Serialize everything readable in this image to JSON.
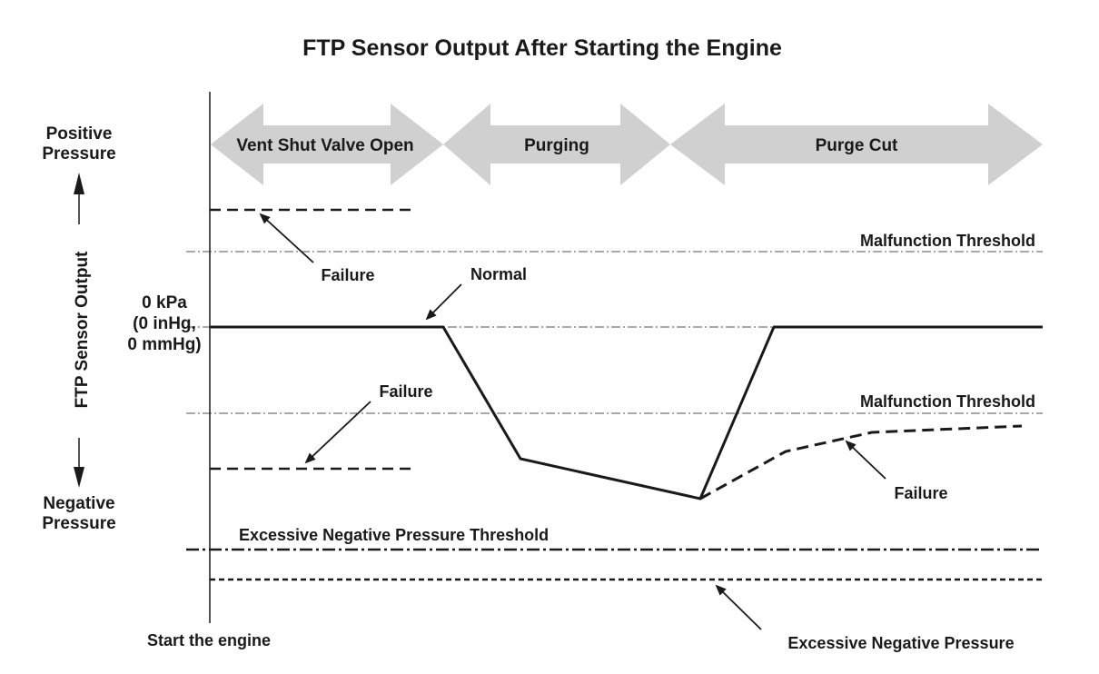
{
  "title": "FTP Sensor Output After Starting the Engine",
  "phases": [
    {
      "label": "Vent Shut Valve Open"
    },
    {
      "label": "Purging"
    },
    {
      "label": "Purge Cut"
    }
  ],
  "y_axis": {
    "label": "FTP Sensor Output",
    "positive_line1": "Positive",
    "positive_line2": "Pressure",
    "negative_line1": "Negative",
    "negative_line2": "Pressure",
    "zero_line1": "0 kPa",
    "zero_line2": "(0 inHg,",
    "zero_line3": "0 mmHg)"
  },
  "x_axis": {
    "start_label": "Start the engine"
  },
  "thresholds": {
    "upper_malfunction": "Malfunction Threshold",
    "lower_malfunction": "Malfunction Threshold",
    "excessive_negative": "Excessive Negative Pressure Threshold"
  },
  "annotations": {
    "failure_high": "Failure",
    "normal": "Normal",
    "failure_low": "Failure",
    "failure_purge_cut": "Failure",
    "excessive_negative_pressure": "Excessive Negative Pressure"
  },
  "colors": {
    "line": "#1a1a1a",
    "phase_arrow": "#d0d0d0"
  }
}
